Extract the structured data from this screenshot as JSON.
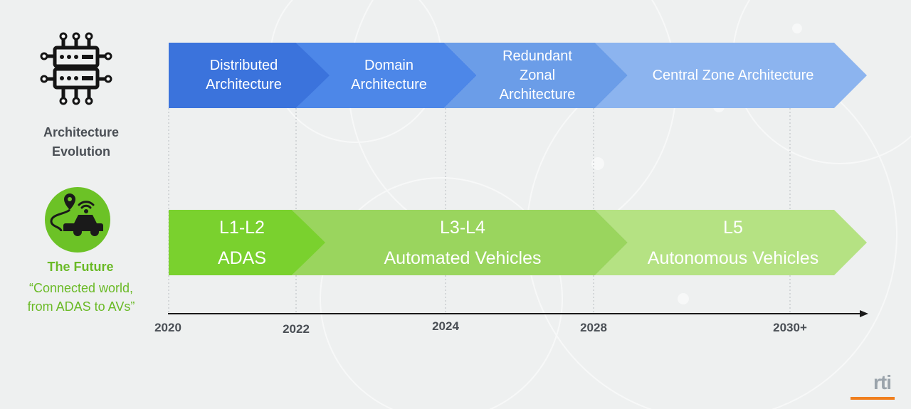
{
  "architecture": {
    "label": "Architecture Evolution",
    "label_lines": [
      "Architecture",
      "Evolution"
    ],
    "icon": "server-circuit-icon",
    "stages": [
      {
        "label": "Distributed Architecture",
        "lines": [
          "Distributed",
          "Architecture"
        ],
        "color": "#3b73dc"
      },
      {
        "label": "Domain Architecture",
        "lines": [
          "Domain",
          "Architecture"
        ],
        "color": "#4d87e8"
      },
      {
        "label": "Redundant Zonal Architecture",
        "lines": [
          "Redundant",
          "Zonal",
          "Architecture"
        ],
        "color": "#6b9de8"
      },
      {
        "label": "Central Zone Architecture",
        "lines": [
          "Central Zone Architecture"
        ],
        "color": "#8cb4ef"
      }
    ]
  },
  "future": {
    "title": "The Future",
    "quote": "“Connected world, from ADAS to AVs”",
    "quote_lines": [
      "“Connected world,",
      "from ADAS to AVs”"
    ],
    "icon": "connected-car-icon",
    "stages": [
      {
        "level": "L1-L2",
        "name": "ADAS",
        "color": "#7ad12e"
      },
      {
        "level": "L3-L4",
        "name": "Automated Vehicles",
        "color": "#9ad55e"
      },
      {
        "level": "L5",
        "name": "Autonomous Vehicles",
        "color": "#b5e283"
      }
    ]
  },
  "timeline": {
    "years": [
      "2020",
      "2022",
      "2024",
      "2028",
      "2030+"
    ]
  },
  "brand": {
    "logo": "rti",
    "accent": "#f07f1e"
  }
}
